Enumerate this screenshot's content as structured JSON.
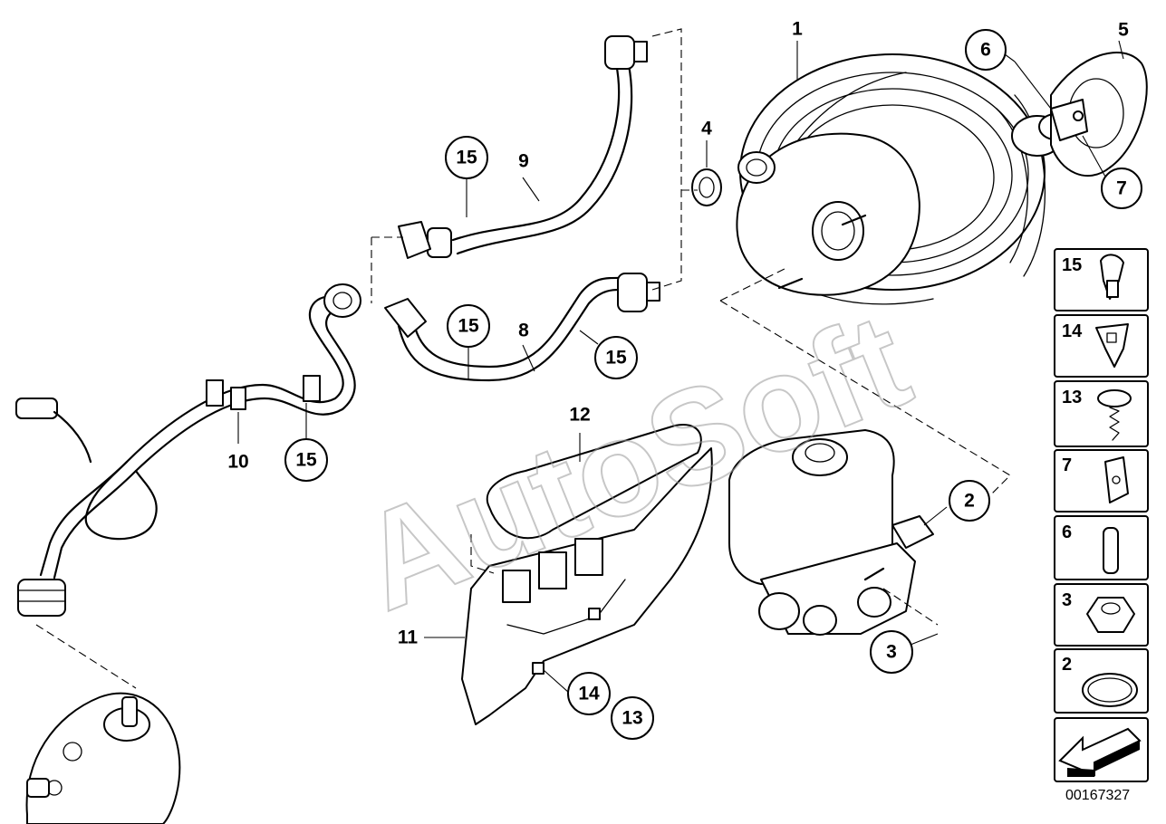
{
  "watermark": "AutoSoft",
  "diagram_id": "00167327",
  "callouts": {
    "c1": "1",
    "c2": "2",
    "c3": "3",
    "c4": "4",
    "c5": "5",
    "c6": "6",
    "c7": "7",
    "c8": "8",
    "c9": "9",
    "c10": "10",
    "c11": "11",
    "c12": "12",
    "c13": "13",
    "c14": "14",
    "c15a": "15",
    "c15b": "15",
    "c15c": "15",
    "c15d": "15"
  },
  "legend": [
    "15",
    "14",
    "13",
    "7",
    "6",
    "3",
    "2"
  ]
}
